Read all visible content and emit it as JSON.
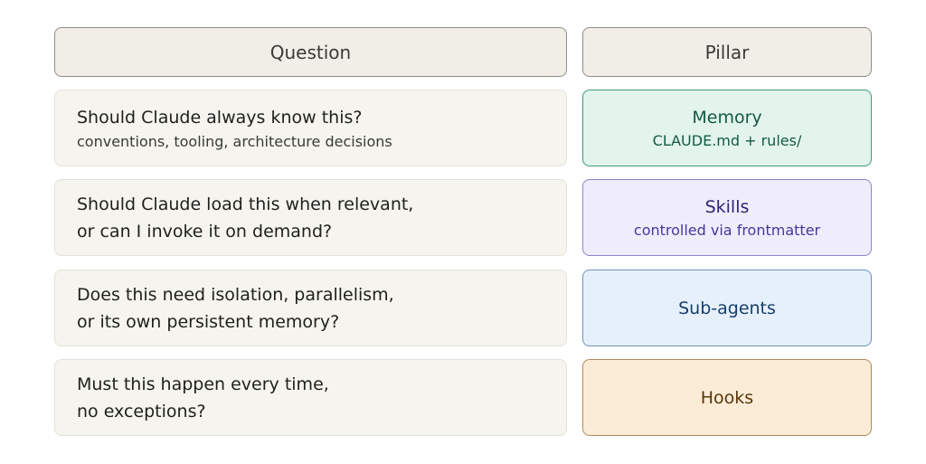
{
  "headers": {
    "question": "Question",
    "pillar": "Pillar"
  },
  "rows": [
    {
      "question_lines": [
        "Should Claude always know this?"
      ],
      "question_sub": "conventions, tooling, architecture decisions",
      "pillar": "Memory",
      "pillar_sub": "CLAUDE.md + rules/",
      "pillar_colors": {
        "bg": "#e2f4ec",
        "border": "#3f9a78",
        "text": "#145a43"
      }
    },
    {
      "question_lines": [
        "Should Claude load this when relevant,",
        "or can I invoke it on demand?"
      ],
      "pillar": "Skills",
      "pillar_sub": "controlled via frontmatter",
      "pillar_colors": {
        "bg": "#efedfb",
        "border": "#8c84cc",
        "text": "#2e2478"
      }
    },
    {
      "question_lines": [
        "Does this need isolation, parallelism,",
        "or its own persistent memory?"
      ],
      "pillar": "Sub-agents",
      "pillar_colors": {
        "bg": "#e6f0fa",
        "border": "#6d92bc",
        "text": "#173f6e"
      }
    },
    {
      "question_lines": [
        "Must this happen every time,",
        "no exceptions?"
      ],
      "pillar": "Hooks",
      "pillar_colors": {
        "bg": "#fbecd7",
        "border": "#b48a58",
        "text": "#5a3608"
      }
    }
  ]
}
